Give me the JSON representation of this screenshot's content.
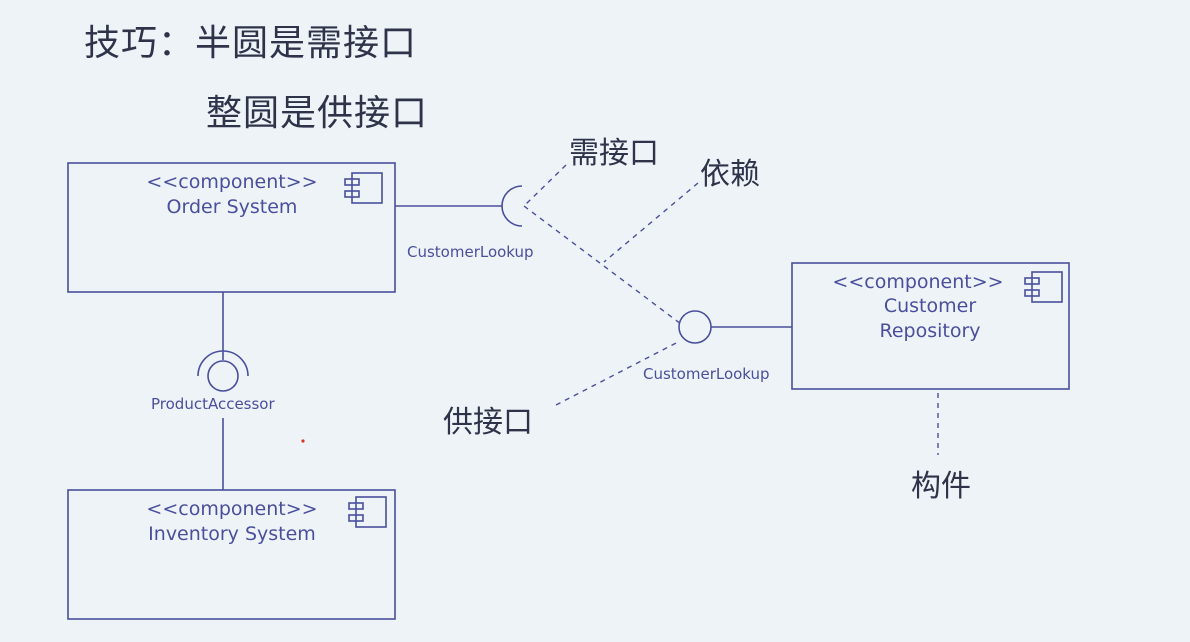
{
  "slide": {
    "title": "技巧：半圆是需接口",
    "subtitle": "整圆是供接口"
  },
  "components": {
    "order_system": {
      "stereotype": "<<component>>",
      "name": "Order System"
    },
    "inventory_system": {
      "stereotype": "<<component>>",
      "name": "Inventory System"
    },
    "customer_repository": {
      "stereotype": "<<component>>",
      "name_line1": "Customer",
      "name_line2": "Repository"
    }
  },
  "interfaces": {
    "required_customer_lookup": "CustomerLookup",
    "provided_customer_lookup": "CustomerLookup",
    "product_accessor": "ProductAccessor"
  },
  "annotations": {
    "required_interface": "需接口",
    "dependency": "依赖",
    "provided_interface": "供接口",
    "component": "构件"
  },
  "colors": {
    "diagram_stroke": "#4a4f9c",
    "background": "#eef3f8",
    "heading_text": "#2f3349"
  }
}
